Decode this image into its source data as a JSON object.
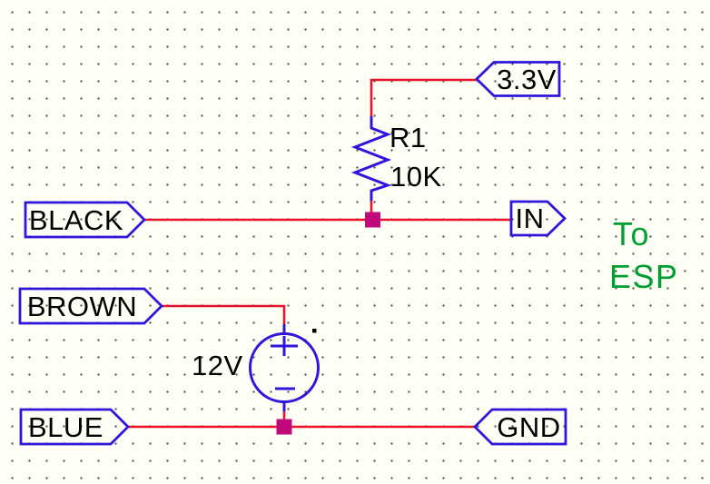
{
  "colors": {
    "bg": "#fffef4",
    "dot": "#5a5a5a",
    "wire": "#e8132b",
    "symbol": "#2f16dd",
    "junction": "#c2097c",
    "text": "#000000",
    "annotation": "#009e33"
  },
  "flags": {
    "v33": "3.3V",
    "in": "IN",
    "black": "BLACK",
    "brown": "BROWN",
    "blue": "BLUE",
    "gnd": "GND"
  },
  "components": {
    "resistor_ref": "R1",
    "resistor_value": "10K",
    "source_value": "12V"
  },
  "annotation": {
    "line1": "To",
    "line2": "ESP"
  }
}
